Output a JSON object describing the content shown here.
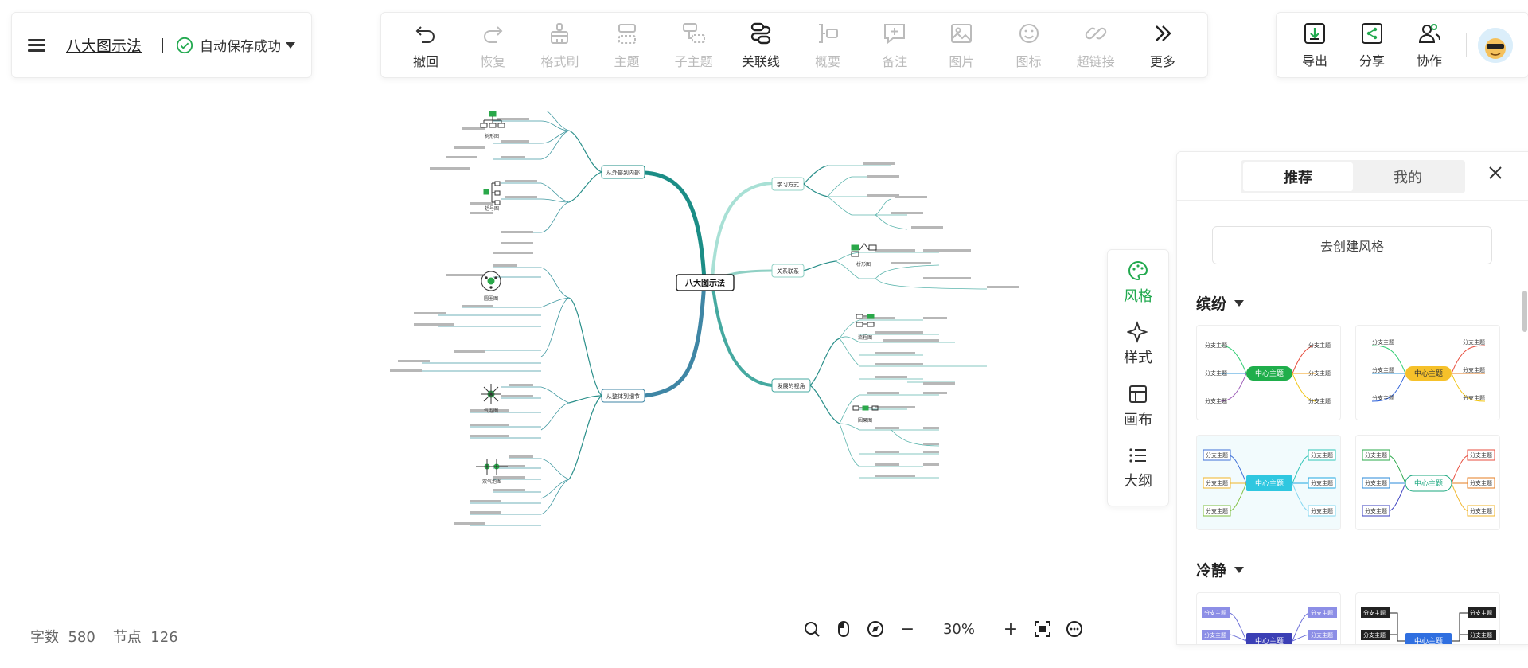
{
  "header": {
    "doc_title": "八大图示法",
    "save_status": "自动保存成功"
  },
  "toolbar": {
    "items": [
      {
        "label": "撤回",
        "icon": "undo-icon",
        "enabled": true
      },
      {
        "label": "恢复",
        "icon": "redo-icon",
        "enabled": false
      },
      {
        "label": "格式刷",
        "icon": "format-brush-icon",
        "enabled": false
      },
      {
        "label": "主题",
        "icon": "topic-icon",
        "enabled": false
      },
      {
        "label": "子主题",
        "icon": "subtopic-icon",
        "enabled": false
      },
      {
        "label": "关联线",
        "icon": "relation-line-icon",
        "enabled": true
      },
      {
        "label": "概要",
        "icon": "summary-icon",
        "enabled": false
      },
      {
        "label": "备注",
        "icon": "note-icon",
        "enabled": false
      },
      {
        "label": "图片",
        "icon": "image-icon",
        "enabled": false
      },
      {
        "label": "图标",
        "icon": "emoji-icon",
        "enabled": false
      },
      {
        "label": "超链接",
        "icon": "link-icon",
        "enabled": false
      },
      {
        "label": "更多",
        "icon": "chevrons-right-icon",
        "enabled": true
      }
    ]
  },
  "right_actions": {
    "export": "导出",
    "share": "分享",
    "collab": "协作"
  },
  "side_tools": {
    "style": "风格",
    "format": "样式",
    "canvas": "画布",
    "outline": "大纲"
  },
  "style_panel": {
    "tab_recommend": "推荐",
    "tab_mine": "我的",
    "create_style": "去创建风格",
    "group1": "缤纷",
    "group2": "冷静",
    "center_topic": "中心主题",
    "branch_topic": "分支主题"
  },
  "stats": {
    "word_label": "字数",
    "word_count": "580",
    "node_label": "节点",
    "node_count": "126"
  },
  "zoom": {
    "minus": "−",
    "value": "30%",
    "plus": "+"
  },
  "mindmap": {
    "center": "八大图示法",
    "branches": {
      "outer": "从外部到内部",
      "whole": "从整体到细节",
      "study": "学习方式",
      "relation": "关系联系",
      "view": "发展的视角"
    },
    "diagrams": [
      "树形图",
      "括号图",
      "圆圈图",
      "气泡图",
      "双气泡图",
      "桥形图",
      "流程图",
      "因果图"
    ]
  },
  "colors": {
    "accent_green": "#22a94f",
    "branch_teal": "#1d8f8a",
    "branch_light": "#9fd9cf",
    "disabled": "#bbbbbb"
  }
}
